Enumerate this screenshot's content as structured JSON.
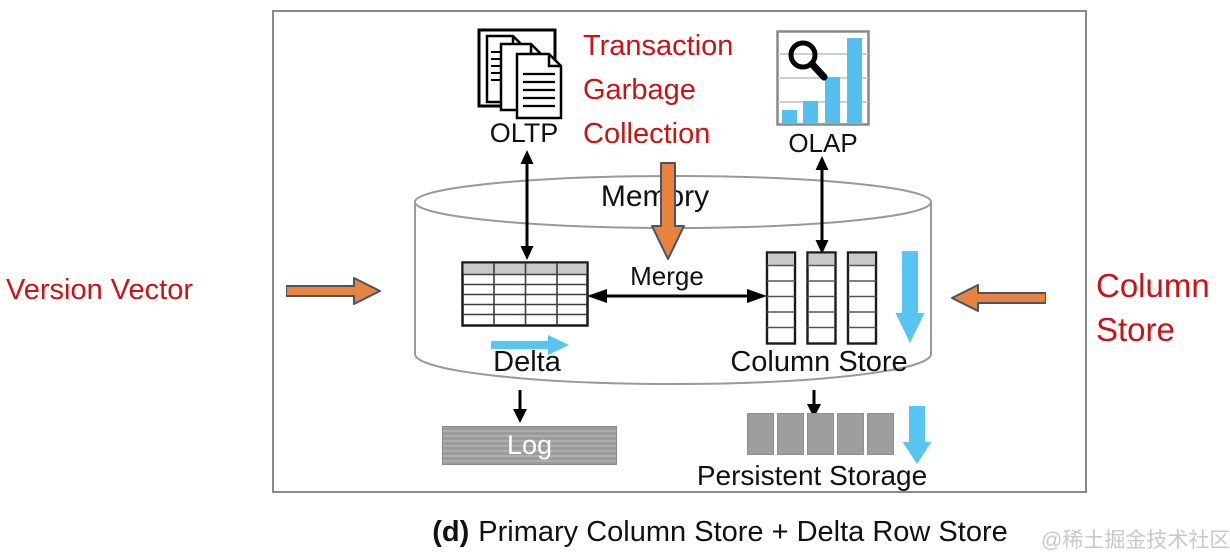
{
  "diagram": {
    "top": {
      "oltp_label": "OLTP",
      "olap_label": "OLAP",
      "tgc_lines": [
        "Transaction",
        "Garbage",
        "Collection"
      ]
    },
    "memory": {
      "label": "Memory",
      "merge_label": "Merge",
      "delta_label": "Delta",
      "column_store_label": "Column Store"
    },
    "bottom": {
      "log_label": "Log",
      "persistent_storage_label": "Persistent Storage"
    },
    "left_annotation": "Version Vector",
    "right_annotation_lines": [
      "Column",
      "Store"
    ],
    "caption": {
      "index": "(d)",
      "text": "Primary Column Store + Delta Row Store"
    },
    "watermark": "@稀土掘金技术社区",
    "icons": {
      "oltp": "documents-stack-icon",
      "olap": "bar-chart-magnifier-icon",
      "memory": "database-cylinder-shape"
    },
    "colors": {
      "annotation_red": "#C81414",
      "arrow_orange": "#E8823C",
      "arrow_orange_outline": "#44546A",
      "arrow_blue": "#58C4F3",
      "block_gray": "#9E9E9E",
      "table_header_gray": "#C9C9CC",
      "box_border_gray": "#8A8A8A",
      "watermark_gray": "#C8C8C8"
    }
  }
}
